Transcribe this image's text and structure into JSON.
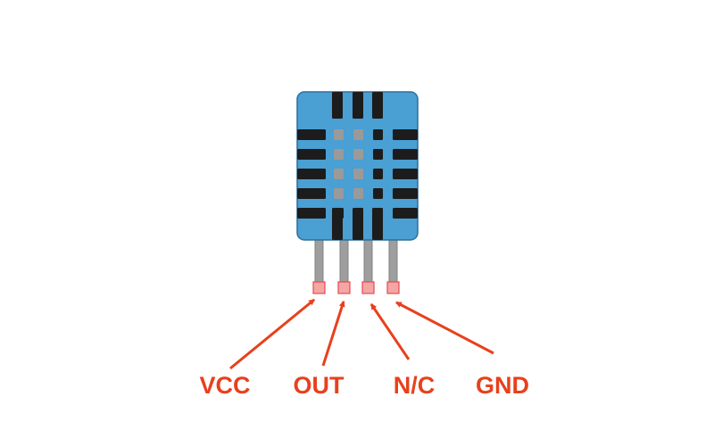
{
  "colors": {
    "body_fill": "#4a9fd3",
    "body_stroke": "#2f6f99",
    "grille_dark": "#1c1c1c",
    "grille_light": "#9a9a9a",
    "pin_fill": "#9e9e9e",
    "pad_fill": "#f4a6a6",
    "pad_stroke": "#e84a4a",
    "label_color": "#e8401c",
    "arrow_color": "#e8401c"
  },
  "pins": [
    {
      "id": "vcc",
      "label": "VCC"
    },
    {
      "id": "out",
      "label": "OUT"
    },
    {
      "id": "nc",
      "label": "N/C"
    },
    {
      "id": "gnd",
      "label": "GND"
    }
  ]
}
